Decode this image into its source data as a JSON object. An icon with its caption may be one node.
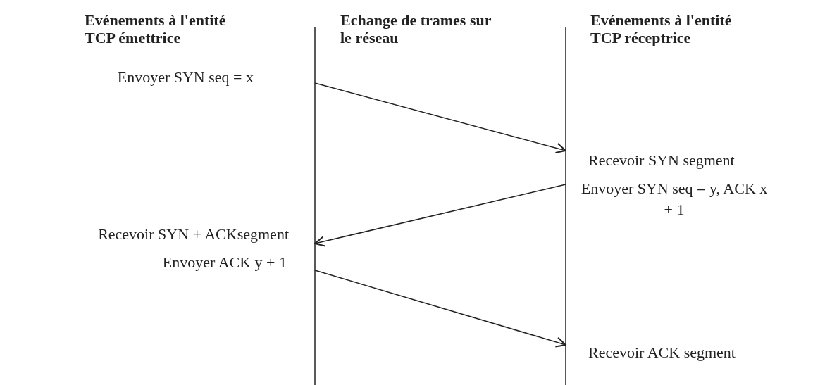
{
  "diagram": {
    "nodes": [
      {
        "text": [
          "Envoyer SYN seq = x"
        ]
      },
      {
        "text": [
          "Recevoir SYN segment"
        ]
      },
      {
        "text": [
          "Envoyer SYN seq = y, ACK x + 1"
        ]
      },
      {
        "text": [
          "Recevoir SYN + ACKsegment"
        ]
      },
      {
        "text": [
          "Envoyer ACK y + 1"
        ]
      },
      {
        "text": [
          "Recevoir ACK segment"
        ]
      }
    ],
    "edges": [
      {
        "from": 0,
        "to": 1,
        "arrow": "to"
      },
      {
        "from": 2,
        "to": 3,
        "arrow": "to"
      },
      {
        "from": 4,
        "to": 5,
        "arrow": "to"
      }
    ],
    "labels": [
      "Evénements à l'entité TCP émettrice",
      "Echange de trames sur le réseau",
      "Evénements à l'entité TCP réceptrice"
    ]
  }
}
